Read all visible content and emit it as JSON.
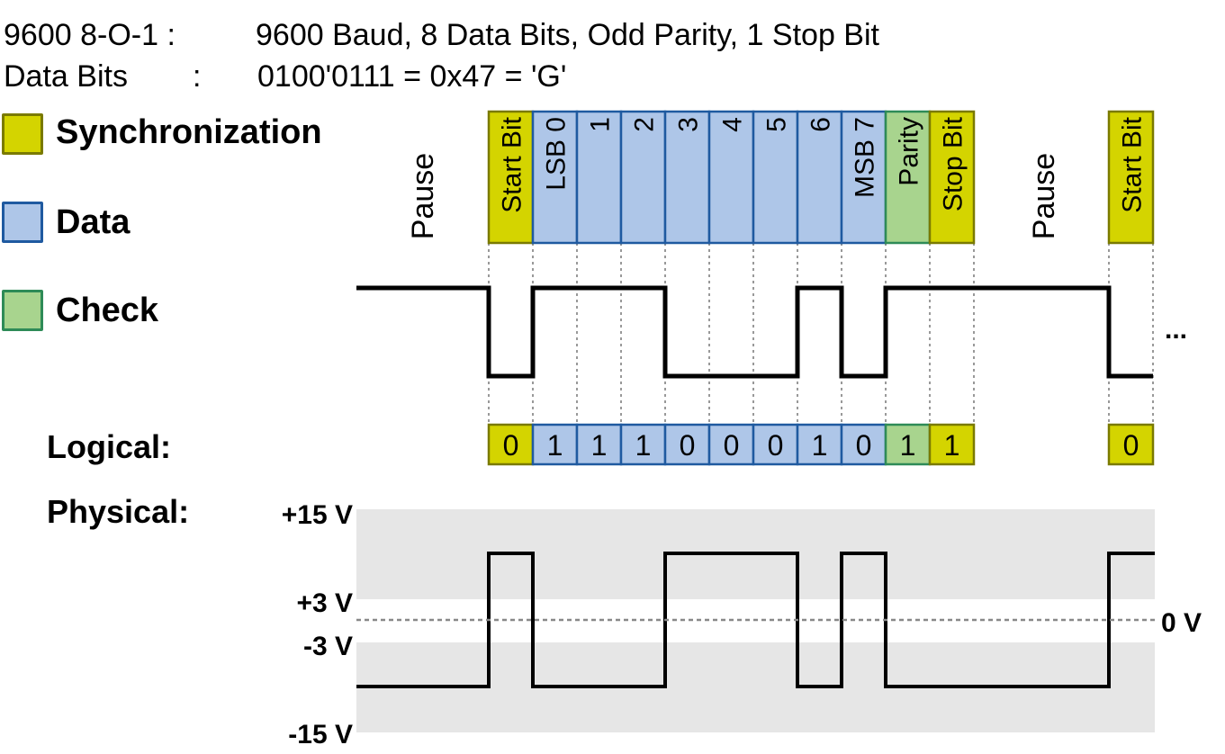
{
  "header": {
    "line1_label": "9600 8-O-1 :",
    "line1_value": "9600 Baud, 8 Data Bits, Odd Parity, 1 Stop Bit",
    "line2_label": "Data Bits",
    "line2_colon": ":",
    "line2_value": "0100'0111 = 0x47 = 'G'"
  },
  "legend": [
    {
      "label": "Synchronization",
      "fill": "#d4d400",
      "border": "#7a7a00"
    },
    {
      "label": "Data",
      "fill": "#aec6e8",
      "border": "#1f5aa0"
    },
    {
      "label": "Check",
      "fill": "#a8d48e",
      "border": "#2e8b57"
    }
  ],
  "frame": {
    "pause_labels": [
      "Pause",
      "Pause"
    ],
    "bits": [
      {
        "label": "Start Bit",
        "kind": "sync",
        "logical": "0"
      },
      {
        "label": "LSB 0",
        "kind": "data",
        "logical": "1"
      },
      {
        "label": "1",
        "kind": "data",
        "logical": "1"
      },
      {
        "label": "2",
        "kind": "data",
        "logical": "1"
      },
      {
        "label": "3",
        "kind": "data",
        "logical": "0"
      },
      {
        "label": "4",
        "kind": "data",
        "logical": "0"
      },
      {
        "label": "5",
        "kind": "data",
        "logical": "0"
      },
      {
        "label": "6",
        "kind": "data",
        "logical": "1"
      },
      {
        "label": "MSB 7",
        "kind": "data",
        "logical": "0"
      },
      {
        "label": "Parity",
        "kind": "check",
        "logical": "1"
      },
      {
        "label": "Stop Bit",
        "kind": "sync",
        "logical": "1"
      }
    ],
    "next_start": {
      "label": "Start Bit",
      "kind": "sync",
      "logical": "0"
    },
    "ellipsis": "..."
  },
  "rows": {
    "logical_label": "Logical:",
    "physical_label": "Physical:"
  },
  "voltage": {
    "ticks": [
      "+15 V",
      "+3 V",
      "-3 V",
      "-15 V"
    ],
    "zero_label": "0 V"
  },
  "colors": {
    "sync_fill": "#d4d400",
    "sync_border": "#7a7a00",
    "data_fill": "#aec6e8",
    "data_border": "#1f5aa0",
    "check_fill": "#a8d48e",
    "check_border": "#2e8b57",
    "band": "#e6e6e6"
  }
}
